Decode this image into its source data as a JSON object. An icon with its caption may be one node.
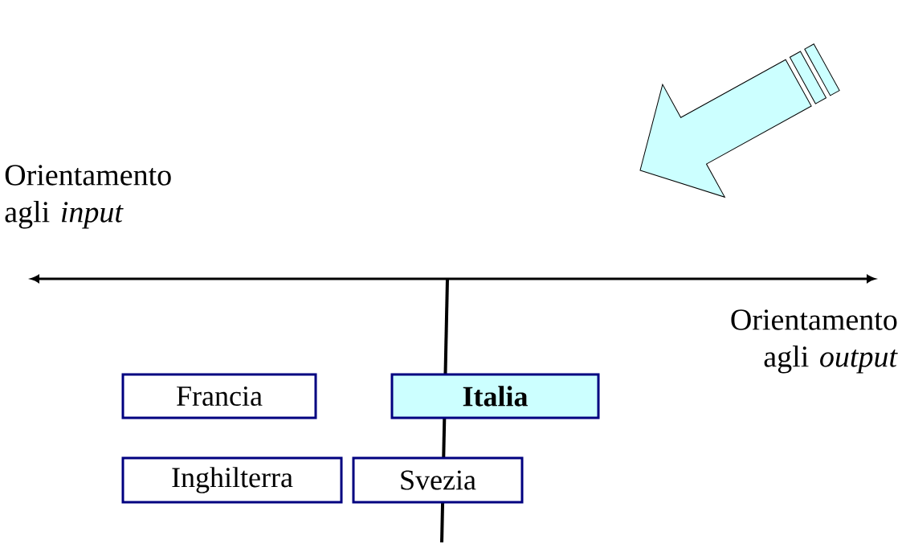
{
  "diagram": {
    "nodes": [
      {
        "text": [
          "Francia"
        ]
      },
      {
        "text": [
          "Italia"
        ]
      },
      {
        "text": [
          "Inghilterra"
        ]
      },
      {
        "text": [
          "Svezia"
        ]
      }
    ],
    "labels": [
      "Orientamento agli *input*",
      "Orientamento agli *output*"
    ]
  }
}
